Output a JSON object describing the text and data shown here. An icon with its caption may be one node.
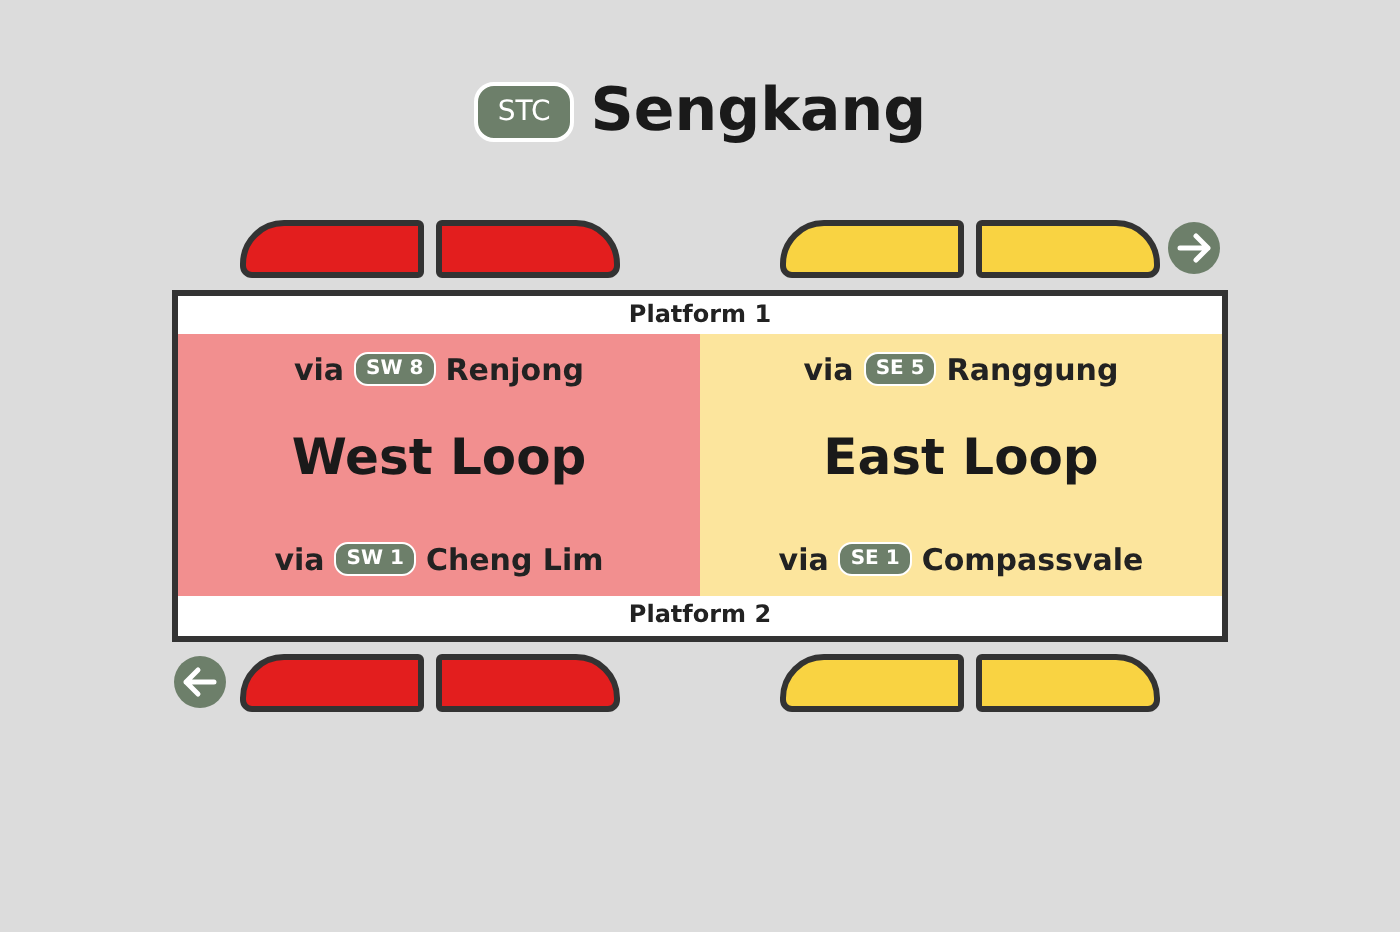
{
  "diagram": {
    "title": "Sengkang",
    "nodes": [
      {
        "text": [
          "STC"
        ]
      },
      {
        "text": [
          "Platform 1"
        ]
      },
      {
        "text": [
          "West Loop"
        ]
      },
      {
        "text": [
          "SW 8"
        ],
        "in": 2,
        "beside": [
          "via",
          "Renjong"
        ]
      },
      {
        "text": [
          "SW 1"
        ],
        "in": 2,
        "beside": [
          "via",
          "Cheng Lim"
        ]
      },
      {
        "text": [
          "East Loop"
        ]
      },
      {
        "text": [
          "SE 5"
        ],
        "in": 5,
        "beside": [
          "via",
          "Ranggung"
        ]
      },
      {
        "text": [
          "SE 1"
        ],
        "in": 5,
        "beside": [
          "via",
          "Compassvale"
        ]
      },
      {
        "text": [
          "Platform 2"
        ]
      }
    ],
    "edges": []
  }
}
